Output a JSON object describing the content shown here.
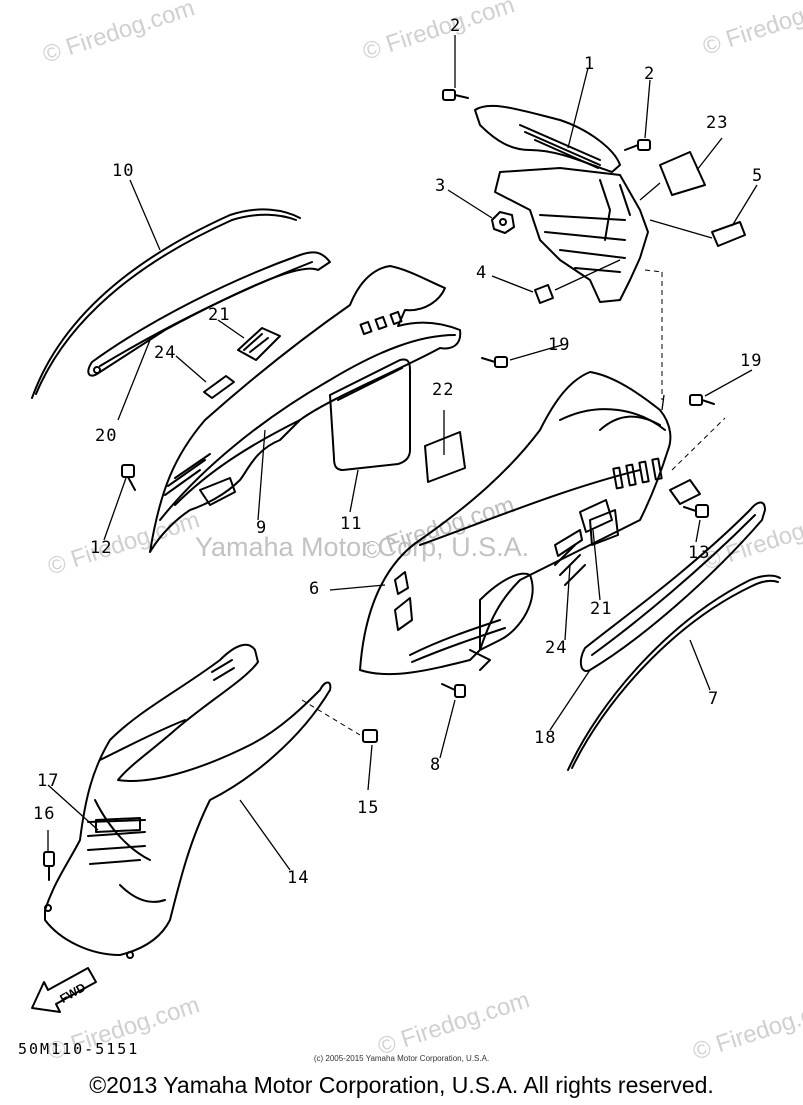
{
  "watermark": {
    "text": "© Firedog.com",
    "center_text": "Yamaha Motor Corp, U.S.A."
  },
  "callouts": [
    {
      "id": "callout-1",
      "label": "1"
    },
    {
      "id": "callout-2a",
      "label": "2"
    },
    {
      "id": "callout-2b",
      "label": "2"
    },
    {
      "id": "callout-3",
      "label": "3"
    },
    {
      "id": "callout-4",
      "label": "4"
    },
    {
      "id": "callout-5",
      "label": "5"
    },
    {
      "id": "callout-6",
      "label": "6"
    },
    {
      "id": "callout-7",
      "label": "7"
    },
    {
      "id": "callout-8",
      "label": "8"
    },
    {
      "id": "callout-9",
      "label": "9"
    },
    {
      "id": "callout-10",
      "label": "10"
    },
    {
      "id": "callout-11",
      "label": "11"
    },
    {
      "id": "callout-12",
      "label": "12"
    },
    {
      "id": "callout-13",
      "label": "13"
    },
    {
      "id": "callout-14",
      "label": "14"
    },
    {
      "id": "callout-15",
      "label": "15"
    },
    {
      "id": "callout-16",
      "label": "16"
    },
    {
      "id": "callout-17",
      "label": "17"
    },
    {
      "id": "callout-18",
      "label": "18"
    },
    {
      "id": "callout-19a",
      "label": "19"
    },
    {
      "id": "callout-19b",
      "label": "19"
    },
    {
      "id": "callout-20",
      "label": "20"
    },
    {
      "id": "callout-21a",
      "label": "21"
    },
    {
      "id": "callout-21b",
      "label": "21"
    },
    {
      "id": "callout-22",
      "label": "22"
    },
    {
      "id": "callout-23",
      "label": "23"
    },
    {
      "id": "callout-24a",
      "label": "24"
    },
    {
      "id": "callout-24b",
      "label": "24"
    }
  ],
  "fwd_label": "FWD",
  "drawing_code": "50M110-5151",
  "small_copyright": "(c) 2005-2015 Yamaha Motor Corporation, U.S.A.",
  "copyright": "©2013 Yamaha Motor Corporation, U.S.A. All rights reserved."
}
